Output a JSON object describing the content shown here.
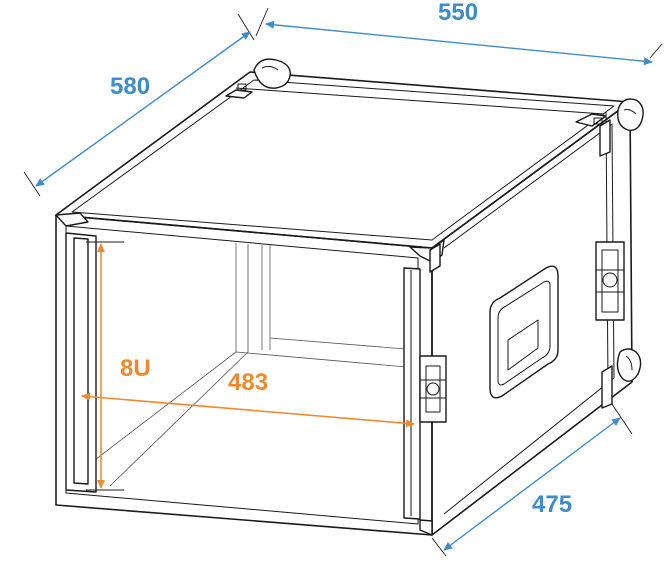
{
  "dimensions": {
    "width": {
      "value": "550",
      "color": "#3f8cc8"
    },
    "depth": {
      "value": "580",
      "color": "#3f8cc8"
    },
    "inner_depth": {
      "value": "475",
      "color": "#3f8cc8"
    },
    "rack_height": {
      "value": "8U",
      "color": "#ee8a2e"
    },
    "rack_width": {
      "value": "483",
      "color": "#ee8a2e"
    }
  },
  "icons": [
    "flight-case-drawing",
    "butterfly-latch-icon",
    "recessed-handle-icon",
    "ball-corner-icon"
  ]
}
